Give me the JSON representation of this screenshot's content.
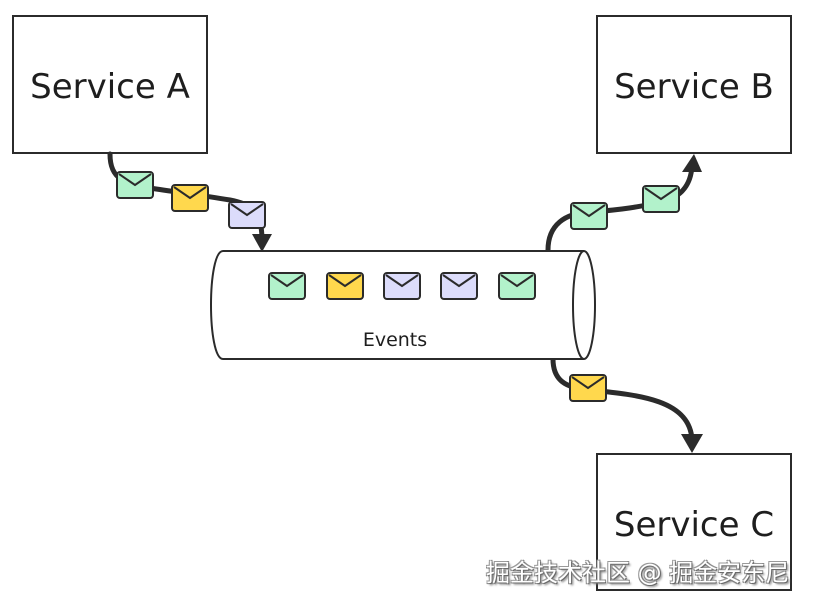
{
  "colors": {
    "stroke": "#2b2b2b",
    "envelope_green": "#b2f2cb",
    "envelope_yellow": "#ffd84d",
    "envelope_purple": "#dcdcfb",
    "background": "#ffffff"
  },
  "nodes": {
    "service_a": {
      "label": "Service A"
    },
    "service_b": {
      "label": "Service B"
    },
    "service_c": {
      "label": "Service C"
    }
  },
  "queue": {
    "label": "Events",
    "messages": [
      "green",
      "yellow",
      "purple",
      "purple",
      "green"
    ]
  },
  "flows": [
    {
      "from": "Service A",
      "to": "Events",
      "messages": [
        "green",
        "yellow",
        "purple"
      ]
    },
    {
      "from": "Events",
      "to": "Service B",
      "messages": [
        "green",
        "green"
      ]
    },
    {
      "from": "Events",
      "to": "Service C",
      "messages": [
        "yellow"
      ]
    }
  ],
  "watermark": "掘金技术社区 @ 掘金安东尼"
}
